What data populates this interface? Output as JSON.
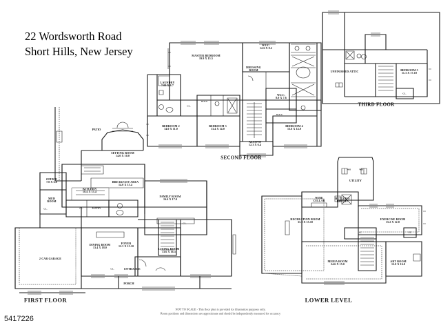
{
  "header": {
    "address_line1": "22 Wordsworth Road",
    "address_line2": "Short Hills, New Jersey"
  },
  "listing_id": "5417226",
  "footer": {
    "line1": "NOT TO SCALE - This floor plan is provided for illustration purposes only.",
    "line2": "Room positions and dimensions are approximate and should be independently measured for accuracy"
  },
  "sections": {
    "first_floor": "FIRST FLOOR",
    "second_floor": "SECOND FLOOR",
    "third_floor": "THIRD FLOOR",
    "lower_level": "LOWER LEVEL"
  },
  "floors": [
    {
      "id": "first-floor",
      "label": "FIRST FLOOR",
      "rooms": [
        {
          "name": "PATIO",
          "dim": ""
        },
        {
          "name": "SETTING ROOM",
          "dim": "14.0 X 10.0"
        },
        {
          "name": "OFFICE",
          "dim": "7.0 X 6.8"
        },
        {
          "name": "KITCHEN",
          "dim": "18.4 X 15.4"
        },
        {
          "name": "BREAKFAST AREA",
          "dim": "14.0 X 15.4"
        },
        {
          "name": "FAMILY ROOM",
          "dim": "16.6 X 17.0"
        },
        {
          "name": "MUD ROOM",
          "dim": ""
        },
        {
          "name": "PANTRY",
          "dim": ""
        },
        {
          "name": "DINING ROOM",
          "dim": "13.4 X 18.0"
        },
        {
          "name": "FOYER",
          "dim": "12.3 X 15.10"
        },
        {
          "name": "LIVING ROOM",
          "dim": "13.6 X 16.5"
        },
        {
          "name": "ENTRANCE",
          "dim": ""
        },
        {
          "name": "PORCH",
          "dim": ""
        },
        {
          "name": "2 CAR GARAGE",
          "dim": ""
        },
        {
          "name": "CL.",
          "dim": ""
        }
      ]
    },
    {
      "id": "second-floor",
      "label": "SECOND FLOOR",
      "rooms": [
        {
          "name": "MASTER BEDROOM",
          "dim": "19.9 X 15.5"
        },
        {
          "name": "W.I.C.",
          "dim": "12.6 X 8.2"
        },
        {
          "name": "DRESSING ROOM",
          "dim": ""
        },
        {
          "name": "W.I.C.",
          "dim": "8.0 X 7.6"
        },
        {
          "name": "W.I.C.",
          "dim": ""
        },
        {
          "name": "LAUNDRY",
          "dim": "7.00 X 6.7"
        },
        {
          "name": "BEDROOM 2",
          "dim": "14.0 X 11.0"
        },
        {
          "name": "BEDROOM 3",
          "dim": "13.4 X 14.0"
        },
        {
          "name": "BEDROOM 4",
          "dim": "13.6 X 14.0"
        },
        {
          "name": "ALCOVE",
          "dim": "12.3 X 6.4"
        },
        {
          "name": "W.I.C.",
          "dim": ""
        },
        {
          "name": "CL.",
          "dim": ""
        }
      ]
    },
    {
      "id": "third-floor",
      "label": "THIRD FLOOR",
      "rooms": [
        {
          "name": "UNFINISHED ATTIC",
          "dim": ""
        },
        {
          "name": "BEDROOM 5",
          "dim": "11.3 X 17.10"
        },
        {
          "name": "CL.",
          "dim": ""
        }
      ]
    },
    {
      "id": "lower-level",
      "label": "LOWER LEVEL",
      "rooms": [
        {
          "name": "UTILITY",
          "dim": ""
        },
        {
          "name": "WINE CELLAR",
          "dim": ""
        },
        {
          "name": "BUTLER'S PANTRY",
          "dim": ""
        },
        {
          "name": "RECREATION ROOM",
          "dim": "31.8 X 15.10"
        },
        {
          "name": "EXERCISE ROOM",
          "dim": "15.2 X 12.8"
        },
        {
          "name": "MEDIA ROOM",
          "dim": "24.6 X 15.0"
        },
        {
          "name": "ART ROOM",
          "dim": "12.0 X 16.0"
        },
        {
          "name": "ST.",
          "dim": ""
        },
        {
          "name": "UT.",
          "dim": ""
        },
        {
          "name": "WH",
          "dim": ""
        }
      ]
    }
  ],
  "labels": {
    "patio": "PATIO",
    "setting_room": "SETTING ROOM",
    "setting_room_dim": "14.0 X 10.0",
    "office": "OFFICE",
    "office_dim": "7.0 X 6.8",
    "kitchen": "KITCHEN",
    "kitchen_dim": "18.4 X 15.4",
    "breakfast": "BREAKFAST AREA",
    "breakfast_dim": "14.0 X 15.4",
    "family": "FAMILY ROOM",
    "family_dim": "16.6 X 17.0",
    "mud_room_l1": "MUD",
    "mud_room_l2": "ROOM",
    "pantry": "PANTRY",
    "dining": "DINING ROOM",
    "dining_dim": "13.4 X 18.0",
    "foyer": "FOYER",
    "foyer_dim": "12.3 X 15.10",
    "living": "LIVING ROOM",
    "living_dim": "13.6 X 16.5",
    "entrance": "ENTRANCE",
    "porch": "PORCH",
    "garage": "2 CAR GARAGE",
    "cl": "CL.",
    "master": "MASTER BEDROOM",
    "master_dim": "19.9 X 15.5",
    "wic1": "W.I.C.",
    "wic1_dim": "12.6 X 8.2",
    "dressing_l1": "DRESSING",
    "dressing_l2": "ROOM",
    "wic2": "W.I.C.",
    "wic2_dim": "8.0 X 7.6",
    "wic3": "W.I.C.",
    "wic4": "W.I.C.",
    "laundry": "LAUNDRY",
    "laundry_dim": "7.00 X 6.7",
    "bed2": "BEDROOM 2",
    "bed2_dim": "14.0 X 11.0",
    "bed3": "BEDROOM 3",
    "bed3_dim": "13.4 X 14.0",
    "bed4": "BEDROOM 4",
    "bed4_dim": "13.6 X 14.0",
    "alcove": "ALCOVE",
    "alcove_dim": "12.3 X 6.4",
    "attic": "UNFINISHED ATTIC",
    "bed5": "BEDROOM 5",
    "bed5_dim": "11.3 X 17.10",
    "utility": "UTILITY",
    "wine_l1": "WINE",
    "wine_l2": "CELLAR",
    "butler_l1": "BUTLER'S",
    "butler_l2": "PANTRY",
    "recreation": "RECREATION ROOM",
    "recreation_dim": "31.8 X 15.10",
    "exercise": "EXERCISE ROOM",
    "exercise_dim": "15.2 X 12.8",
    "media": "MEDIA ROOM",
    "media_dim": "24.6 X 15.0",
    "art": "ART ROOM",
    "art_dim": "12.0 X 16.0",
    "st": "ST.",
    "ut": "UT.",
    "wh": "WH"
  }
}
